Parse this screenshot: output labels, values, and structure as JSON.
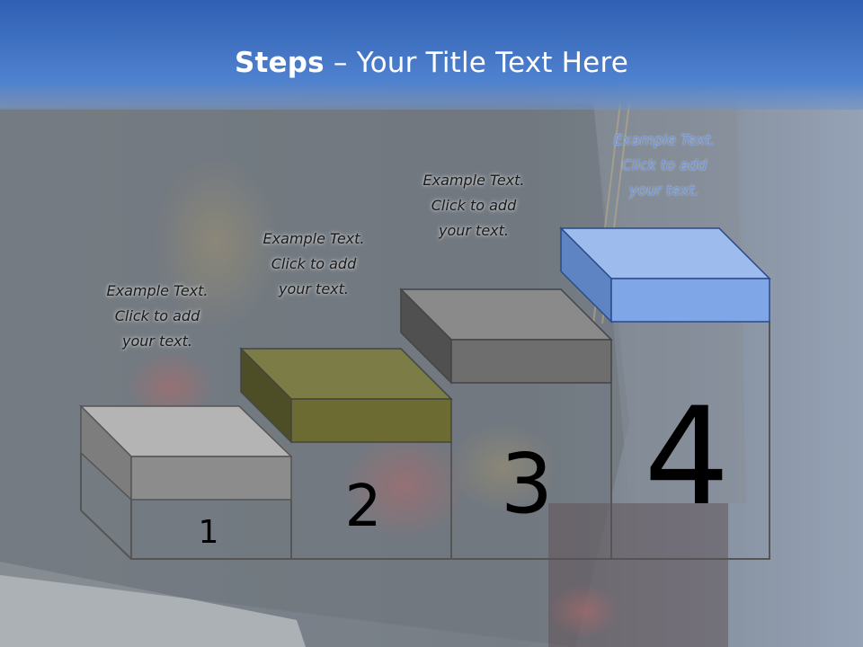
{
  "slide": {
    "title_bold": "Steps",
    "title_rest": " – Your Title Text Here"
  },
  "steps": [
    {
      "number": "1",
      "caption": [
        "Example Text.",
        "Click  to add",
        "your text."
      ],
      "color": "#8c8c8c"
    },
    {
      "number": "2",
      "caption": [
        "Example Text.",
        "Click  to add",
        "your text."
      ],
      "color": "#6b6b32"
    },
    {
      "number": "3",
      "caption": [
        "Example Text.",
        "Click  to add",
        "your text."
      ],
      "color": "#6e6e6e"
    },
    {
      "number": "4",
      "caption": [
        "Example Text.",
        "Click  to add",
        "your text."
      ],
      "color": "#7fa6e6"
    }
  ],
  "colors": {
    "header": "#3f74c8",
    "accent": "#7fa6e6"
  }
}
